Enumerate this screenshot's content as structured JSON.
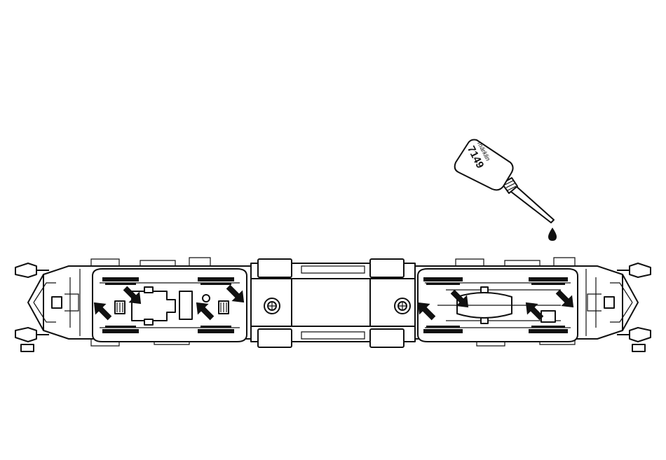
{
  "oil_bottle": {
    "brand": "märklin",
    "number": "7149"
  },
  "colors": {
    "line": "#111111",
    "background": "#ffffff"
  },
  "lubrication_arrows": 8,
  "icons": [
    "oil-bottle-icon",
    "oil-drop-icon",
    "lubrication-arrow-icon",
    "screw-icon"
  ]
}
